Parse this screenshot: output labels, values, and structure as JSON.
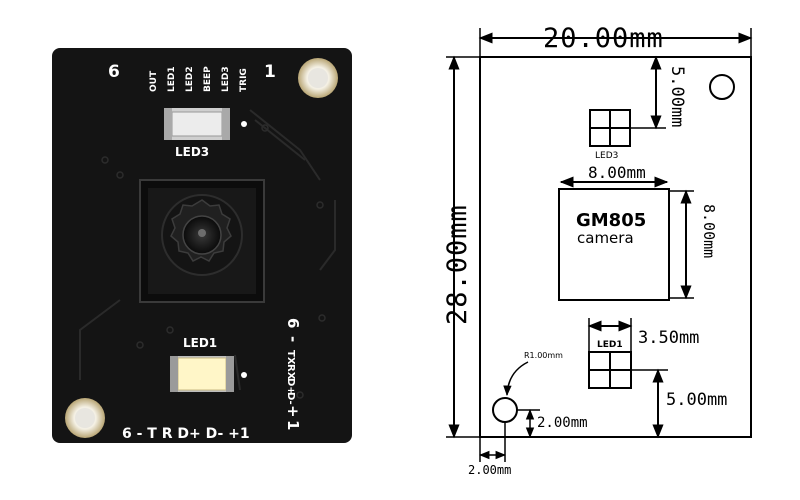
{
  "photo": {
    "pin_left": "6",
    "pin_right": "1",
    "top_pins": [
      "OUT",
      "LED1",
      "LED2",
      "BEEP",
      "LED3",
      "TRIG"
    ],
    "led3_label": "LED3",
    "led1_label": "LED1",
    "side_pins": [
      "6",
      "-",
      "TX",
      "RX",
      "D+",
      "D-",
      "+",
      "1"
    ],
    "bottom_label": "6 - T R D+ D- +1"
  },
  "drawing": {
    "width_dim": "20.00mm",
    "height_dim": "28.00mm",
    "led3_offset_dim": "5.00mm",
    "led3_label": "LED3",
    "camera_width_dim": "8.00mm",
    "camera_height_dim": "8.00mm",
    "camera_model": "GM805",
    "camera_word": "camera",
    "led1_width_dim": "3.50mm",
    "led1_label": "LED1",
    "led1_offset_dim": "5.00mm",
    "hole_radius_dim": "R1.00mm",
    "hole_y_dim": "2.00mm",
    "hole_x_dim": "2.00mm"
  },
  "colors": {
    "pcb": "#141414",
    "silk": "#ffffff",
    "pad": "#d9c89a",
    "line": "#000000",
    "led_warm": "#fff6c8"
  }
}
